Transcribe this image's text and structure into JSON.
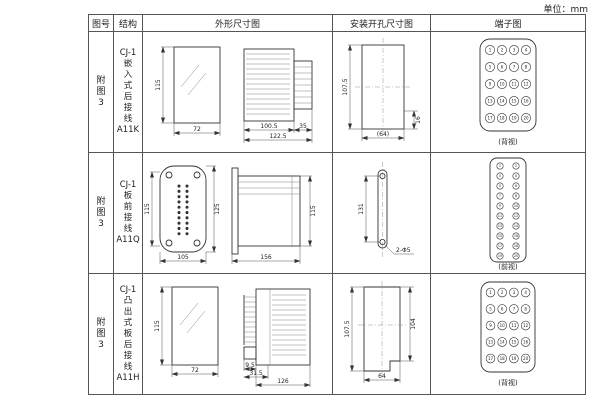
{
  "unit_label": "单位：mm",
  "table": {
    "headers": [
      "图号",
      "结构",
      "外形尺寸图",
      "安装开孔尺寸图",
      "端子图"
    ],
    "rows": [
      {
        "fig_lines": [
          "附",
          "图",
          "3"
        ],
        "structure_lines": [
          "CJ-1",
          "嵌",
          "入",
          "式",
          "后",
          "接",
          "线",
          "A11K"
        ],
        "outline": {
          "dims": {
            "h": "115",
            "w": "72",
            "d1": "100.5",
            "d2": "122.5",
            "d3": "35"
          }
        },
        "install": {
          "dims": {
            "h": "107.5",
            "d1": "16",
            "d2": "(64)"
          }
        },
        "terminal": {
          "label": "(背视)",
          "count": 20
        }
      },
      {
        "fig_lines": [
          "附",
          "图",
          "3"
        ],
        "structure_lines": [
          "CJ-1",
          "板",
          "前",
          "接",
          "线",
          "A11Q"
        ],
        "outline": {
          "dims": {
            "h": "115",
            "h2": "125",
            "w": "105",
            "d1": "156",
            "d2": "115"
          }
        },
        "install": {
          "dims": {
            "h": "131",
            "note": "2-Φ5"
          }
        },
        "terminal": {
          "label": "(前视)",
          "count": 20
        }
      },
      {
        "fig_lines": [
          "附",
          "图",
          "3"
        ],
        "structure_lines": [
          "CJ-1",
          "凸",
          "出",
          "式",
          "板",
          "后",
          "接",
          "线",
          "A11H"
        ],
        "outline": {
          "dims": {
            "h": "115",
            "w": "72",
            "d1": "9.5",
            "d2": "31.5",
            "d3": "126"
          }
        },
        "install": {
          "dims": {
            "h": "107.5",
            "h2": "104",
            "w": "64"
          }
        },
        "terminal": {
          "label": "(背视)",
          "count": 20
        }
      }
    ]
  }
}
